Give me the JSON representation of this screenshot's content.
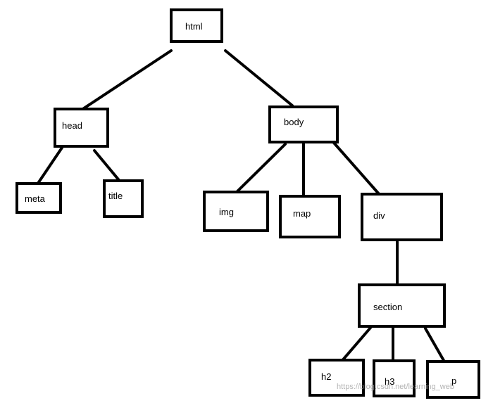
{
  "diagram": {
    "nodes": [
      {
        "id": "html",
        "label": "html"
      },
      {
        "id": "head",
        "label": "head"
      },
      {
        "id": "body",
        "label": "body"
      },
      {
        "id": "meta",
        "label": "meta"
      },
      {
        "id": "title",
        "label": "title"
      },
      {
        "id": "img",
        "label": "img"
      },
      {
        "id": "map",
        "label": "map"
      },
      {
        "id": "div",
        "label": "div"
      },
      {
        "id": "section",
        "label": "section"
      },
      {
        "id": "h2",
        "label": "h2"
      },
      {
        "id": "h3",
        "label": "h3"
      },
      {
        "id": "p",
        "label": "p"
      }
    ],
    "edges": [
      {
        "from": "html",
        "to": "head"
      },
      {
        "from": "html",
        "to": "body"
      },
      {
        "from": "head",
        "to": "meta"
      },
      {
        "from": "head",
        "to": "title"
      },
      {
        "from": "body",
        "to": "img"
      },
      {
        "from": "body",
        "to": "map"
      },
      {
        "from": "body",
        "to": "div"
      },
      {
        "from": "div",
        "to": "section"
      },
      {
        "from": "section",
        "to": "h2"
      },
      {
        "from": "section",
        "to": "h3"
      },
      {
        "from": "section",
        "to": "p"
      }
    ]
  },
  "watermark": "https://blog.csdn.net/learning_web"
}
